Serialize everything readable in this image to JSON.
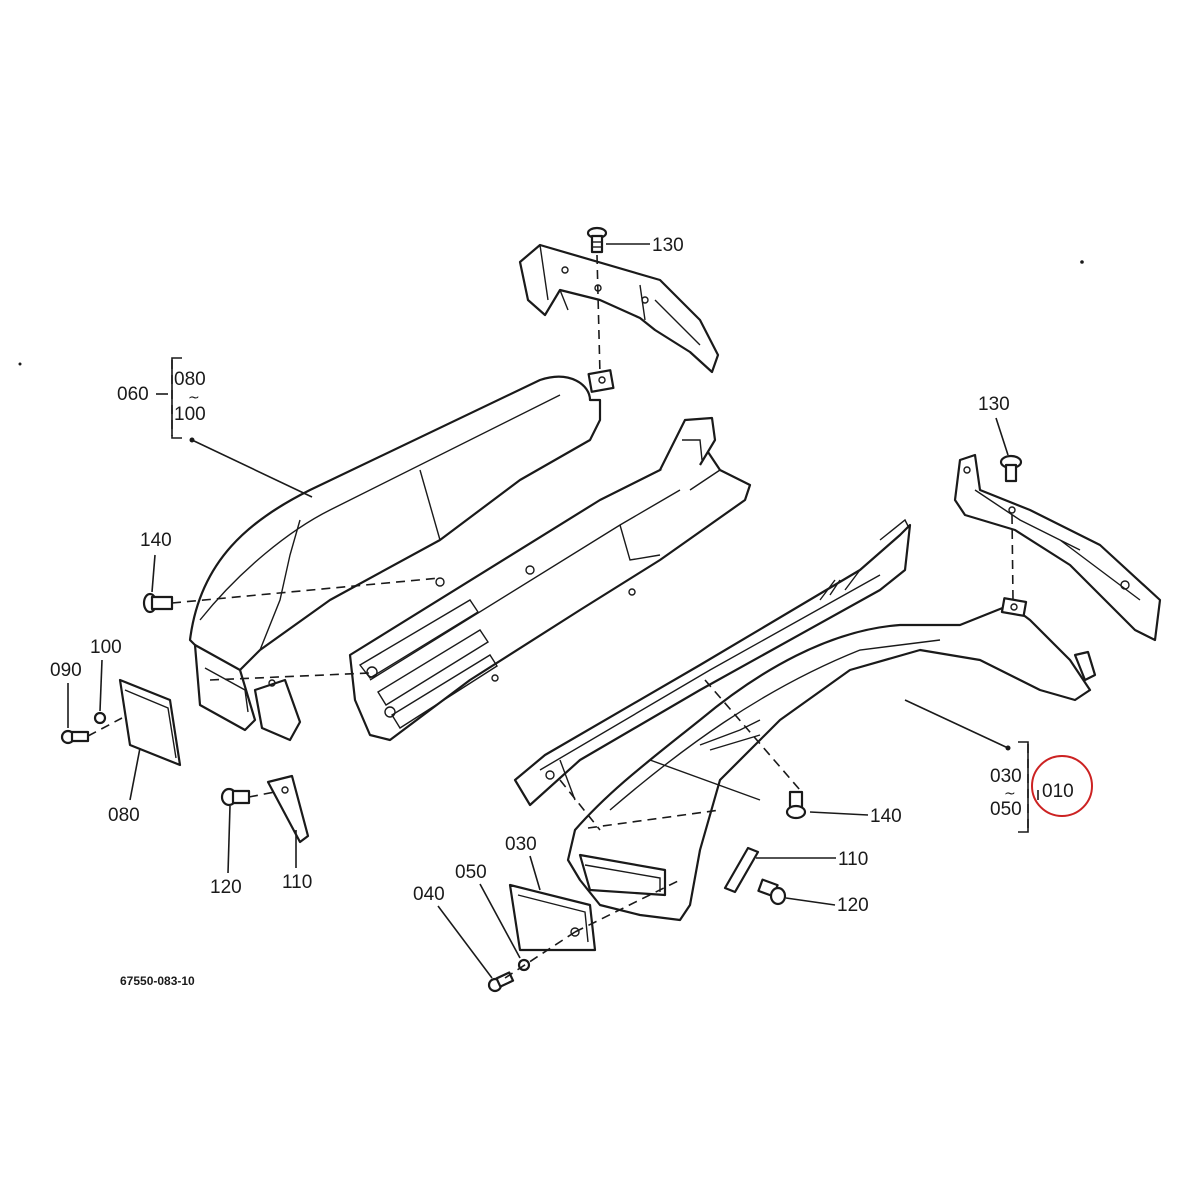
{
  "diagram": {
    "drawing_number": "67550-083-10",
    "highlight_color": "#cc2222",
    "labels": {
      "p130_top": "130",
      "p130_right": "130",
      "p060": "060",
      "p080_group": "080",
      "p100_group": "100",
      "p140_left": "140",
      "p140_right": "140",
      "p090": "090",
      "p100_left": "100",
      "p080_bottom": "080",
      "p120_left": "120",
      "p110_left": "110",
      "p030_group": "030",
      "p050_group": "050",
      "p010": "010",
      "p110_right": "110",
      "p120_right": "120",
      "p030_bottom": "030",
      "p050_bottom": "050",
      "p040": "040"
    },
    "range_symbol": "~"
  }
}
